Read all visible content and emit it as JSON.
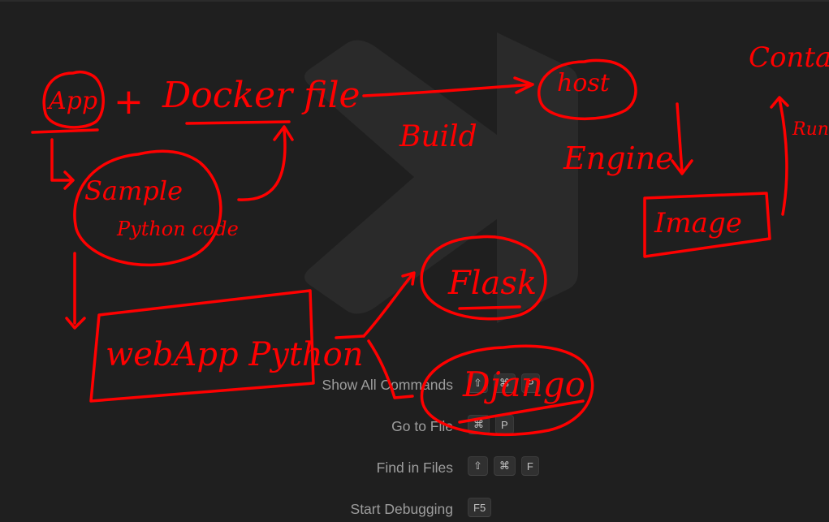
{
  "watermark": {
    "icon": "vscode-logo-icon",
    "color": "#2a2a2a"
  },
  "shortcuts": [
    {
      "label": "Show All Commands",
      "keys": [
        "⇧",
        "⌘",
        "P"
      ]
    },
    {
      "label": "Go to File",
      "keys": [
        "⌘",
        "P"
      ]
    },
    {
      "label": "Find in Files",
      "keys": [
        "⇧",
        "⌘",
        "F"
      ]
    },
    {
      "label": "Start Debugging",
      "keys": [
        "F5"
      ]
    }
  ],
  "annotations": {
    "ink_color": "#ff0000",
    "app": "App",
    "plus": "+",
    "dockerfile": "Docker file",
    "build": "Build",
    "host": "host",
    "engine": "Engine",
    "image": "Image",
    "container": "Conta",
    "run": "Run",
    "sample_python": [
      "Sample",
      "Python code"
    ],
    "webapp_python": "webApp Python",
    "flask": "Flask",
    "django": "Django"
  }
}
